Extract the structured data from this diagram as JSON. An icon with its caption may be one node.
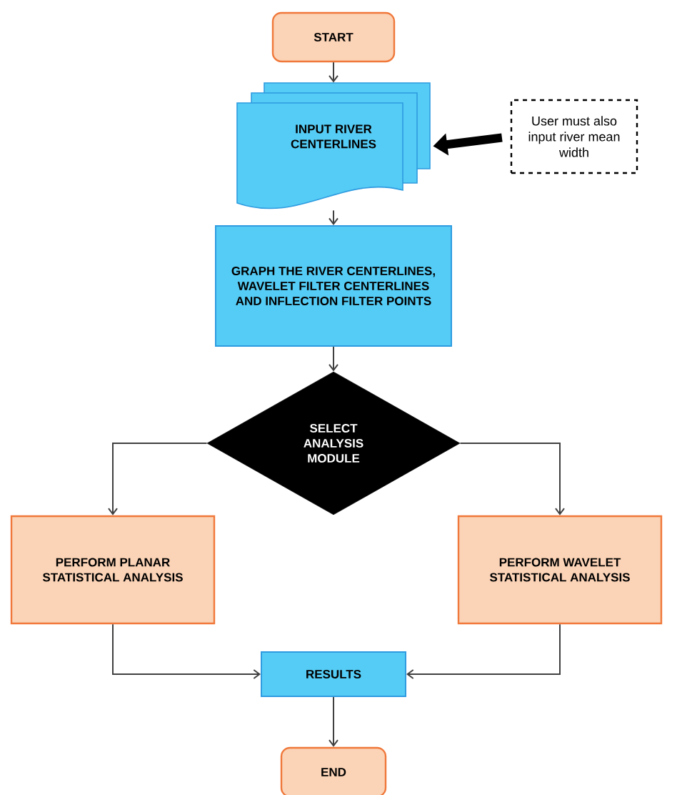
{
  "diagram": {
    "nodes": [
      {
        "text": [
          "START"
        ]
      },
      {
        "text": [
          "INPUT RIVER CENTERLINES"
        ]
      },
      {
        "text": [
          "User must also input river mean width"
        ]
      },
      {
        "text": [
          "GRAPH THE RIVER CENTERLINES, WAVELET FILTER CENTERLINES AND INFLECTION FILTER POINTS"
        ]
      },
      {
        "text": [
          "SELECT ANALYSIS MODULE"
        ]
      },
      {
        "text": [
          "PERFORM PLANAR STATISTICAL ANALYSIS"
        ]
      },
      {
        "text": [
          "PERFORM WAVELET STATISTICAL ANALYSIS"
        ]
      },
      {
        "text": [
          "RESULTS"
        ]
      },
      {
        "text": [
          "END"
        ]
      }
    ],
    "edges": [
      {
        "from": 0,
        "to": 1,
        "arrow": "to"
      },
      {
        "from": 2,
        "to": 1,
        "arrow": "to",
        "style": "thick"
      },
      {
        "from": 1,
        "to": 3,
        "arrow": "to"
      },
      {
        "from": 3,
        "to": 4,
        "arrow": "to"
      },
      {
        "from": 4,
        "to": 5,
        "arrow": "to"
      },
      {
        "from": 4,
        "to": 6,
        "arrow": "to"
      },
      {
        "from": 5,
        "to": 7,
        "arrow": "to"
      },
      {
        "from": 6,
        "to": 7,
        "arrow": "to"
      },
      {
        "from": 7,
        "to": 8,
        "arrow": "to"
      }
    ]
  }
}
